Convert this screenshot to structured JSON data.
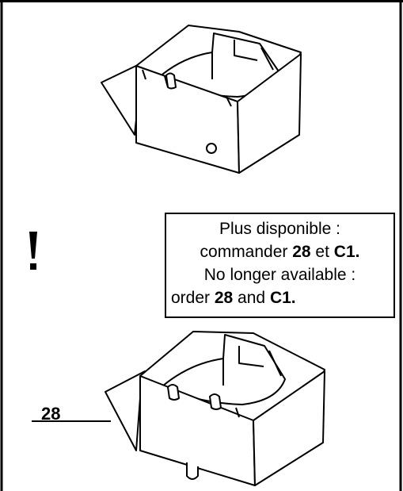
{
  "notice": {
    "fr_line1": "Plus disponible :",
    "fr_line2_prefix": "commander ",
    "fr_line2_part": "28",
    "fr_line2_mid": " et ",
    "fr_line2_code": "C1.",
    "en_line1": "No longer available :",
    "en_line2_prefix": "order ",
    "en_line2_part": "28",
    "en_line2_mid": " and ",
    "en_line2_code": "C1."
  },
  "warning_icon": "exclamation-icon",
  "callout": {
    "label": "28"
  },
  "colors": {
    "ink": "#000000",
    "paper": "#ffffff"
  }
}
